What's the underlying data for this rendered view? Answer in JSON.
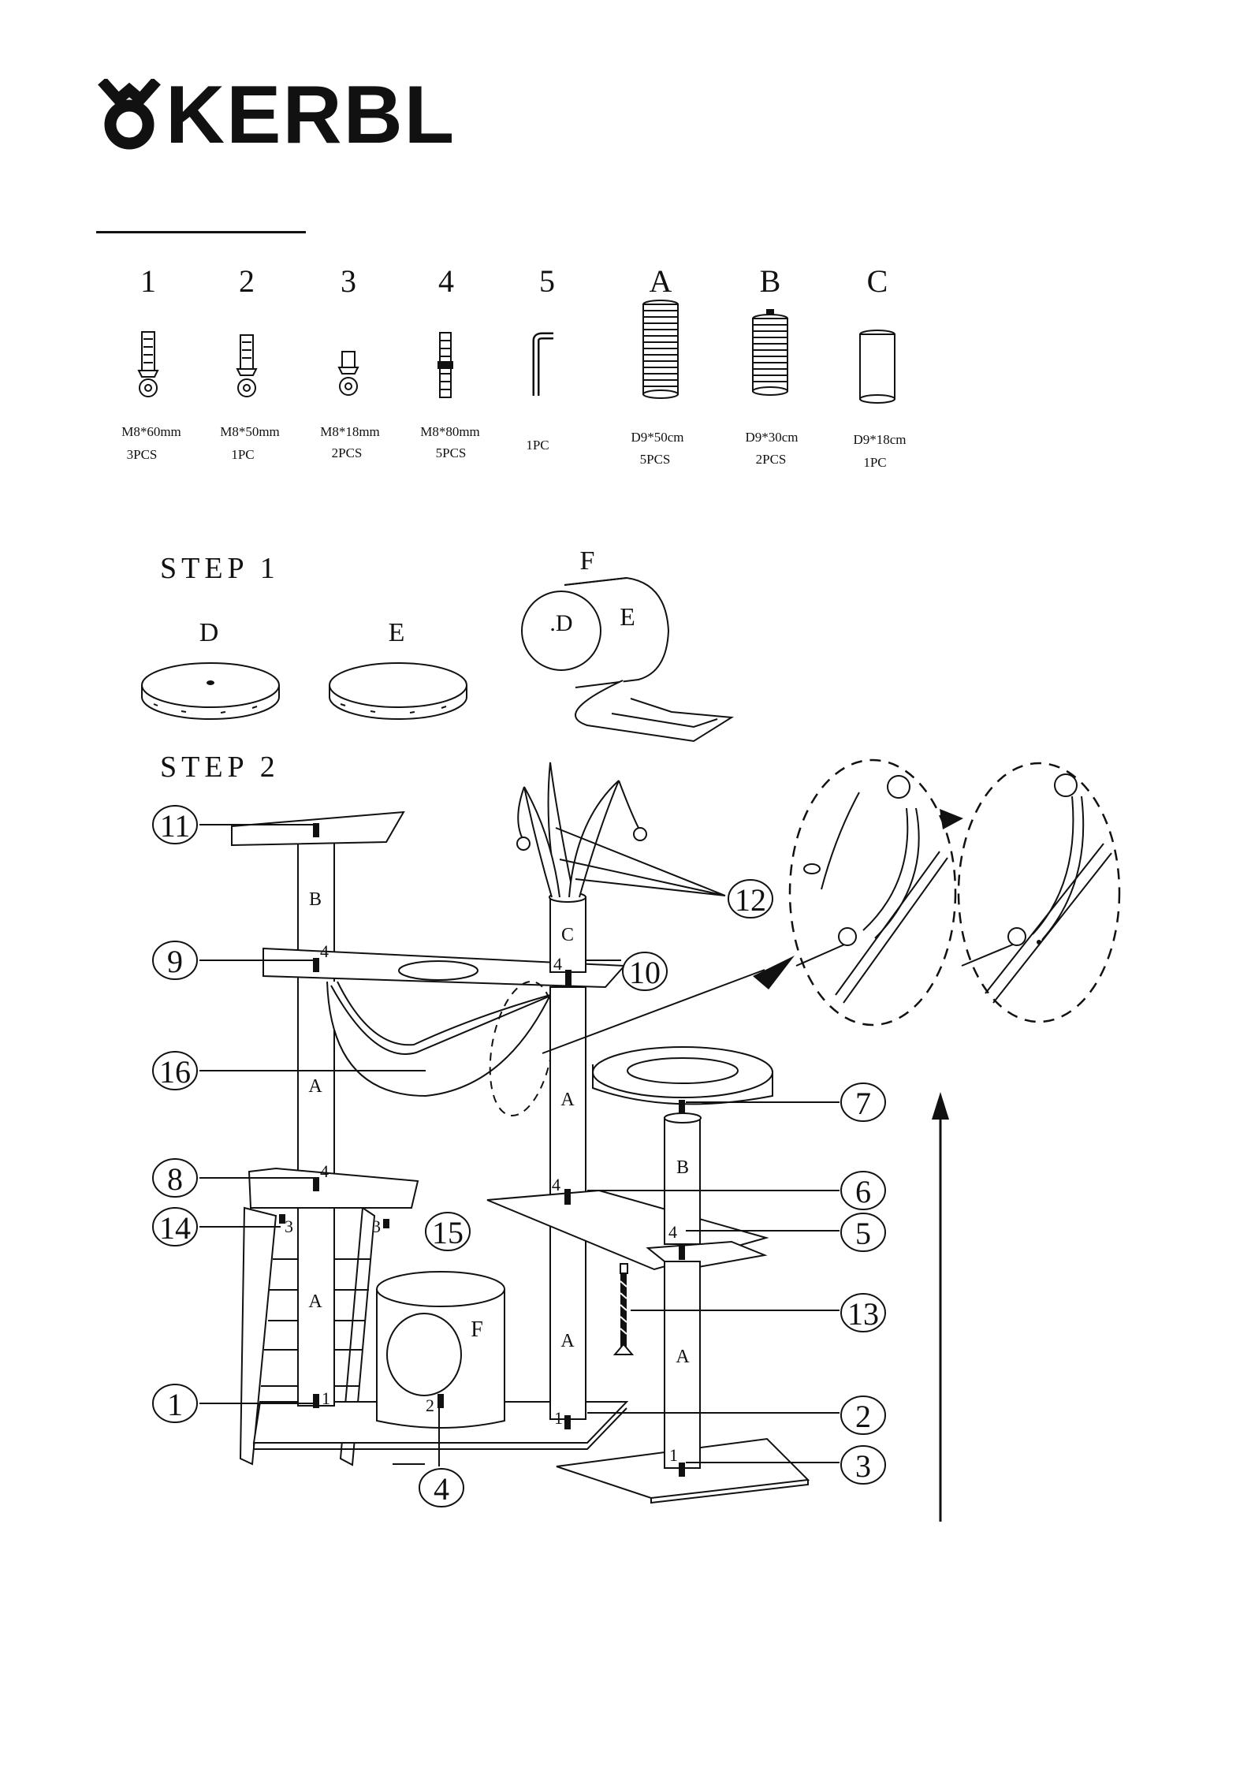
{
  "brand": {
    "name": "KERBL"
  },
  "parts": [
    {
      "label": "1",
      "spec": "M8*60mm",
      "qty": "3PCS"
    },
    {
      "label": "2",
      "spec": "M8*50mm",
      "qty": "1PC"
    },
    {
      "label": "3",
      "spec": "M8*18mm",
      "qty": "2PCS"
    },
    {
      "label": "4",
      "spec": "M8*80mm",
      "qty": "5PCS"
    },
    {
      "label": "5",
      "spec": "",
      "qty": "1PC"
    },
    {
      "label": "A",
      "spec": "D9*50cm",
      "qty": "5PCS"
    },
    {
      "label": "B",
      "spec": "D9*30cm",
      "qty": "2PCS"
    },
    {
      "label": "C",
      "spec": "D9*18cm",
      "qty": "1PC"
    }
  ],
  "step1": {
    "title": "STEP 1",
    "labels": {
      "d": "D",
      "e": "E",
      "f": "F",
      "f_d": ".D",
      "f_e": "E"
    }
  },
  "step2": {
    "title": "STEP 2",
    "callouts": [
      "1",
      "2",
      "3",
      "4",
      "5",
      "6",
      "7",
      "8",
      "9",
      "10",
      "11",
      "12",
      "13",
      "14",
      "15",
      "16"
    ],
    "post_labels": {
      "b_left": "B",
      "a_left_mid": "A",
      "a_left_low": "A",
      "c_mid": "C",
      "a_mid_up": "A",
      "a_mid_low": "A",
      "b_right": "B",
      "a_right": "A",
      "f_house": "F"
    },
    "joint_numbers": {
      "j4_a": "4",
      "j4_b": "4",
      "j4_c": "4",
      "j4_d": "4",
      "j4_e": "4",
      "j3_a": "3",
      "j3_b": "3",
      "j1_a": "1",
      "j1_b": "1",
      "j1_c": "1",
      "j2_a": "2"
    }
  }
}
